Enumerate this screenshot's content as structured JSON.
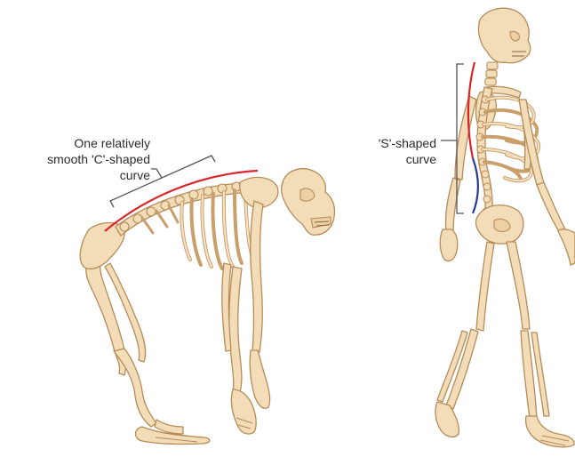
{
  "labels": {
    "chimp_line1": "One relatively",
    "chimp_line2": "smooth 'C'-shaped",
    "chimp_line3": "curve",
    "human_line1": "'S'-shaped",
    "human_line2": "curve"
  },
  "colors": {
    "spine_curve_red": "#d9262c",
    "spine_curve_blue": "#2a3a8f",
    "bone_fill": "#f3dcb8",
    "bone_outline": "#b58c57",
    "bracket": "#555555"
  }
}
